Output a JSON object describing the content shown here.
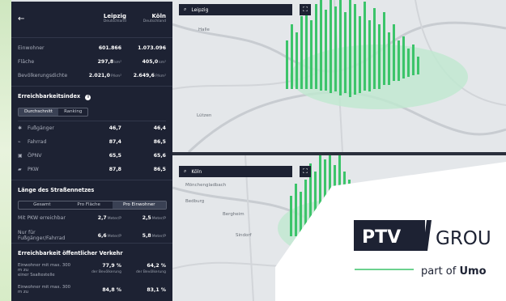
{
  "sidebar": {
    "back_icon": "arrow-left-icon",
    "city_left": {
      "name": "Leipzig",
      "country": "Deutschland"
    },
    "city_right": {
      "name": "Köln",
      "country": "Deutschland"
    },
    "stats": [
      {
        "label": "Einwohner",
        "left": "601.866",
        "left_unit": "",
        "right": "1.073.096",
        "right_unit": ""
      },
      {
        "label": "Fläche",
        "left": "297,8",
        "left_unit": "km²",
        "right": "405,0",
        "right_unit": "km²"
      },
      {
        "label": "Bevölkerungsdichte",
        "left": "2.021,0",
        "left_unit": "P/km²",
        "right": "2.649,6",
        "right_unit": "P/km²"
      }
    ],
    "reach": {
      "title": "Erreichbarkeitsindex",
      "info_icon": "info-icon",
      "tabs": [
        "Durchschnitt",
        "Ranking"
      ],
      "rows": [
        {
          "icon": "pedestrian-icon",
          "glyph": "✱",
          "label": "Fußgänger",
          "left": "46,7",
          "right": "46,4"
        },
        {
          "icon": "bicycle-icon",
          "glyph": "⌁",
          "label": "Fahrrad",
          "left": "87,4",
          "right": "86,5"
        },
        {
          "icon": "bus-icon",
          "glyph": "▣",
          "label": "ÖPNV",
          "left": "65,5",
          "right": "65,6"
        },
        {
          "icon": "car-icon",
          "glyph": "▰",
          "label": "PKW",
          "left": "87,8",
          "right": "86,5"
        }
      ]
    },
    "roads": {
      "title": "Länge des Straßennetzes",
      "tabs": [
        "Gesamt",
        "Pro Fläche",
        "Pro Einwohner"
      ],
      "rows": [
        {
          "label": "Mit PKW erreichbar",
          "left": "2,7",
          "left_unit": "Meter/P",
          "right": "2,5",
          "right_unit": "Meter/P"
        },
        {
          "label": "Nur für Fußgänger/Fahrrad",
          "left": "6,6",
          "left_unit": "Meter/P",
          "right": "5,8",
          "right_unit": "Meter/P"
        }
      ]
    },
    "transit": {
      "title": "Erreichbarkeit öffentlicher Verkehr",
      "rows": [
        {
          "label": "Einwohner mit max. 300 m zu",
          "label2": "einer Ssaltestelle",
          "left": "77,9 %",
          "left_sub": "der Bevölkerung",
          "right": "64,2 %",
          "right_sub": "der Bevölkerung"
        },
        {
          "label": "Einwohner mit max. 300 m zu",
          "label2": "",
          "left": "84,8 %",
          "left_sub": "",
          "right": "83,1 %",
          "right_sub": ""
        }
      ]
    }
  },
  "map_top": {
    "search_value": "Leipzig",
    "search_icon": "search-icon",
    "expand_icon": "expand-icon",
    "places": [
      "Halle",
      "Lützen"
    ]
  },
  "map_bottom": {
    "search_value": "Köln",
    "search_icon": "search-icon",
    "expand_icon": "expand-icon",
    "places": [
      "Mönchengladbach",
      "Bergheim",
      "Bedburg",
      "Sindorf"
    ]
  },
  "logo": {
    "brand_left": "PTV",
    "brand_right": "GROU",
    "tagline_prefix": "part of ",
    "tagline_bold": "Umo",
    "brand_color": "#1d2233"
  }
}
